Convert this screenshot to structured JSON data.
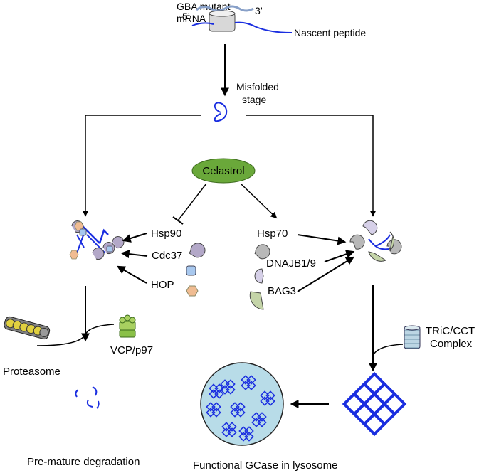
{
  "labels": {
    "mrna": [
      "GBA mutant",
      "mRNA"
    ],
    "five_prime": "5’",
    "three_prime": "3’",
    "nascent_peptide": "Nascent peptide",
    "misfolded": [
      "Misfolded",
      "stage"
    ],
    "celastrol": "Celastrol",
    "hsp90": "Hsp90",
    "cdc37": "Cdc37",
    "hop": "HOP",
    "hsp70": "Hsp70",
    "dnajb": "DNAJB1/9",
    "bag3": "BAG3",
    "vcp": "VCP/p97",
    "proteasome": "Proteasome",
    "tric": [
      "TRiC/CCT",
      "Complex"
    ],
    "premature": "Pre-mature degradation",
    "functional": "Functional GCase in lysosome"
  },
  "colors": {
    "peptide_blue": "#1a2ee0",
    "celastrol_green": "#6aa83a",
    "hsp90_purple": "#b3a8c8",
    "cdc37_blue": "#a8c8ee",
    "hop_orange": "#f0bc92",
    "hsp70_gray": "#b8b8b8",
    "dnajb_lavender": "#d6d0e8",
    "bag3_green": "#c4d4a8",
    "lysosome_fill": "#b8dce8",
    "tric_fill": "#a8c8d8",
    "proteasome_yellow": "#e0d040",
    "vcp_green": "#a8d060"
  },
  "icons": {
    "ribosome": "ribosome-icon",
    "misfolded": "misfolded-protein-icon",
    "hsp90": "hsp90-chaperone-icon",
    "cdc37": "cdc37-cochaperone-icon",
    "hop": "hop-cochaperone-icon",
    "hsp70": "hsp70-chaperone-icon",
    "dnajb": "dnajb-cochaperone-icon",
    "bag3": "bag3-cochaperone-icon",
    "vcp": "vcp-hexamer-icon",
    "proteasome": "proteasome-icon",
    "tric": "tric-chaperonin-icon",
    "folded": "folded-gcase-lattice-icon",
    "lysosome": "lysosome-icon",
    "fragments": "degraded-fragments-icon"
  }
}
